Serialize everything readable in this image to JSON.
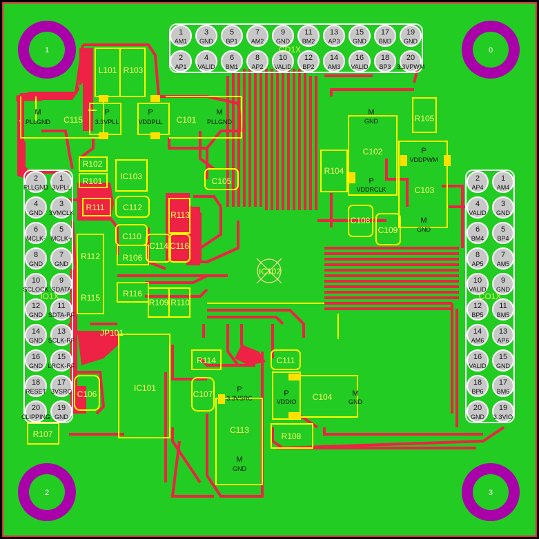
{
  "board": {
    "colors": {
      "background": "#000000",
      "board": "#22cc22",
      "copper": "#ee2244",
      "silk": "#ffff00",
      "pad": "#c8c8c8",
      "mounting_hole": "#aa00aa",
      "smd_pad": "#ffe000",
      "pin_ring": "#ffffff"
    },
    "mounting_holes": [
      "1",
      "0",
      "2",
      "3"
    ],
    "cd1x": {
      "ref": "CD1X",
      "top_row": [
        {
          "num": "1",
          "name": "AM1"
        },
        {
          "num": "3",
          "name": "GND"
        },
        {
          "num": "5",
          "name": "BP1"
        },
        {
          "num": "7",
          "name": "AM2"
        },
        {
          "num": "9",
          "name": "GND"
        },
        {
          "num": "11",
          "name": "BM2"
        },
        {
          "num": "13",
          "name": "AP3"
        },
        {
          "num": "15",
          "name": "GND"
        },
        {
          "num": "17",
          "name": "BM3"
        },
        {
          "num": "19",
          "name": "GND"
        }
      ],
      "bottom_row": [
        {
          "num": "2",
          "name": "AP1"
        },
        {
          "num": "4",
          "name": "VALID"
        },
        {
          "num": "6",
          "name": "BM1"
        },
        {
          "num": "8",
          "name": "AP2"
        },
        {
          "num": "10",
          "name": "VALID"
        },
        {
          "num": "12",
          "name": "BP2"
        },
        {
          "num": "14",
          "name": "AM3"
        },
        {
          "num": "16",
          "name": "VALID"
        },
        {
          "num": "18",
          "name": "BP3"
        },
        {
          "num": "20",
          "name": "3.3VPWM"
        }
      ]
    },
    "io1x": {
      "ref": "IO1X",
      "rows": [
        {
          "left": {
            "num": "2",
            "name": "PLLGND"
          },
          "right": {
            "num": "1",
            "name": "3VPLL"
          }
        },
        {
          "left": {
            "num": "4",
            "name": "GND"
          },
          "right": {
            "num": "3",
            "name": "3VMCLK"
          }
        },
        {
          "left": {
            "num": "6",
            "name": "MCLK-"
          },
          "right": {
            "num": "5",
            "name": "MCLK+"
          }
        },
        {
          "left": {
            "num": "8",
            "name": "GND"
          },
          "right": {
            "num": "7",
            "name": "GND"
          }
        },
        {
          "left": {
            "num": "10",
            "name": "SCLOCK"
          },
          "right": {
            "num": "9",
            "name": "SDATA"
          }
        },
        {
          "left": {
            "num": "12",
            "name": "GND"
          },
          "right": {
            "num": "11",
            "name": "SDTA-RF"
          }
        },
        {
          "left": {
            "num": "14",
            "name": "GND"
          },
          "right": {
            "num": "13",
            "name": "SCLK-RF"
          }
        },
        {
          "left": {
            "num": "16",
            "name": "GND"
          },
          "right": {
            "num": "15",
            "name": "LRCK-RF"
          }
        },
        {
          "left": {
            "num": "18",
            "name": "RESET"
          },
          "right": {
            "num": "17",
            "name": "3VSRC"
          }
        },
        {
          "left": {
            "num": "20",
            "name": "CLIPPING"
          },
          "right": {
            "num": "19",
            "name": "GND"
          }
        }
      ]
    },
    "co1x": {
      "ref": "CO1X",
      "rows": [
        {
          "left": {
            "num": "2",
            "name": "AP4"
          },
          "right": {
            "num": "1",
            "name": "AM4"
          }
        },
        {
          "left": {
            "num": "4",
            "name": "VALID"
          },
          "right": {
            "num": "3",
            "name": "GND"
          }
        },
        {
          "left": {
            "num": "6",
            "name": "BM4"
          },
          "right": {
            "num": "5",
            "name": "BP4"
          }
        },
        {
          "left": {
            "num": "8",
            "name": "AP5"
          },
          "right": {
            "num": "7",
            "name": "AM5"
          }
        },
        {
          "left": {
            "num": "10",
            "name": "VALID"
          },
          "right": {
            "num": "9",
            "name": "GND"
          }
        },
        {
          "left": {
            "num": "12",
            "name": "BP5"
          },
          "right": {
            "num": "11",
            "name": "BM5"
          }
        },
        {
          "left": {
            "num": "14",
            "name": "AM6"
          },
          "right": {
            "num": "13",
            "name": "AP6"
          }
        },
        {
          "left": {
            "num": "16",
            "name": "VALID"
          },
          "right": {
            "num": "15",
            "name": "GND"
          }
        },
        {
          "left": {
            "num": "18",
            "name": "BP6"
          },
          "right": {
            "num": "17",
            "name": "BM6"
          }
        },
        {
          "left": {
            "num": "20",
            "name": "GND"
          },
          "right": {
            "num": "19",
            "name": "3.3VIO"
          }
        }
      ]
    },
    "components": {
      "l101": "L101",
      "r103": "R103",
      "c115": "C115",
      "c101": "C101",
      "r102": "R102",
      "r101": "R101",
      "ic103": "IC103",
      "r111": "R111",
      "c112": "C112",
      "c105": "C105",
      "r113": "R113",
      "c110": "C110",
      "c114": "C114",
      "c116": "C116",
      "r112": "R112",
      "r106": "R106",
      "r115": "R115",
      "r116": "R116",
      "r109": "R109",
      "r110": "R110",
      "jp101": "JP101",
      "ic101": "IC101",
      "c106": "C106",
      "r107": "R107",
      "r114": "R114",
      "c107": "C107",
      "c113": "C113",
      "c111": "C111",
      "c104": "C104",
      "r108": "R108",
      "ic102": "IC102",
      "c102": "C102",
      "r104": "R104",
      "r105": "R105",
      "c103": "C103",
      "c108": "C108",
      "c109": "C109"
    },
    "cap_labels": {
      "c115_m": "M",
      "c115_m_net": "PLLGND",
      "c115_p": "P",
      "c115_p_net": "3.3VPLL",
      "c101_p": "P",
      "c101_p_net": "VDDPLL",
      "c101_m": "M",
      "c101_m_net": "PLLGND",
      "c102_m": "M",
      "c102_m_net": "GND",
      "c102_p": "P",
      "c102_p_net": "VDDRCLK",
      "c103_p": "P",
      "c103_p_net": "VDDPWM",
      "c103_m": "M",
      "c103_m_net": "GND",
      "c113_p": "P",
      "c113_p_net": "3.3VSRC",
      "c113_m": "M",
      "c113_m_net": "GND",
      "c104_p": "P",
      "c104_p_net": "VDDIO",
      "c104_m": "M",
      "c104_m_net": "GND"
    }
  }
}
